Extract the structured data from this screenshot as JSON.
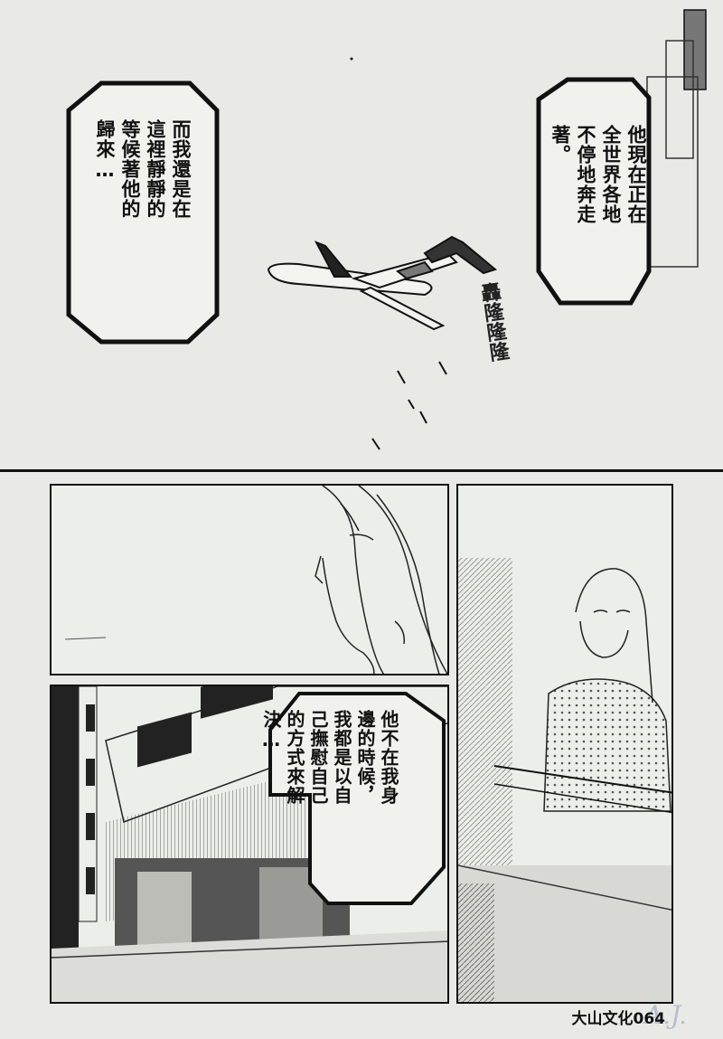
{
  "top_section": {
    "balloon_right": {
      "columns": [
        "他現在正在",
        "全世界各地",
        "不停地奔走",
        "著。"
      ]
    },
    "balloon_left": {
      "columns": [
        "而我還是在",
        "這裡靜靜的",
        "等候著他的",
        "歸來…"
      ]
    },
    "sound_effect": "轟隆隆隆"
  },
  "bottom_section": {
    "balloon_center": {
      "columns": [
        "他不在我身",
        "邊的時候，",
        "我都是以自",
        "己撫慰自己",
        "的方式來解",
        "決…"
      ]
    }
  },
  "footer": {
    "publisher_page": "大山文化064",
    "watermark": "A.J."
  },
  "icons": {
    "airplane": "airplane-icon"
  }
}
